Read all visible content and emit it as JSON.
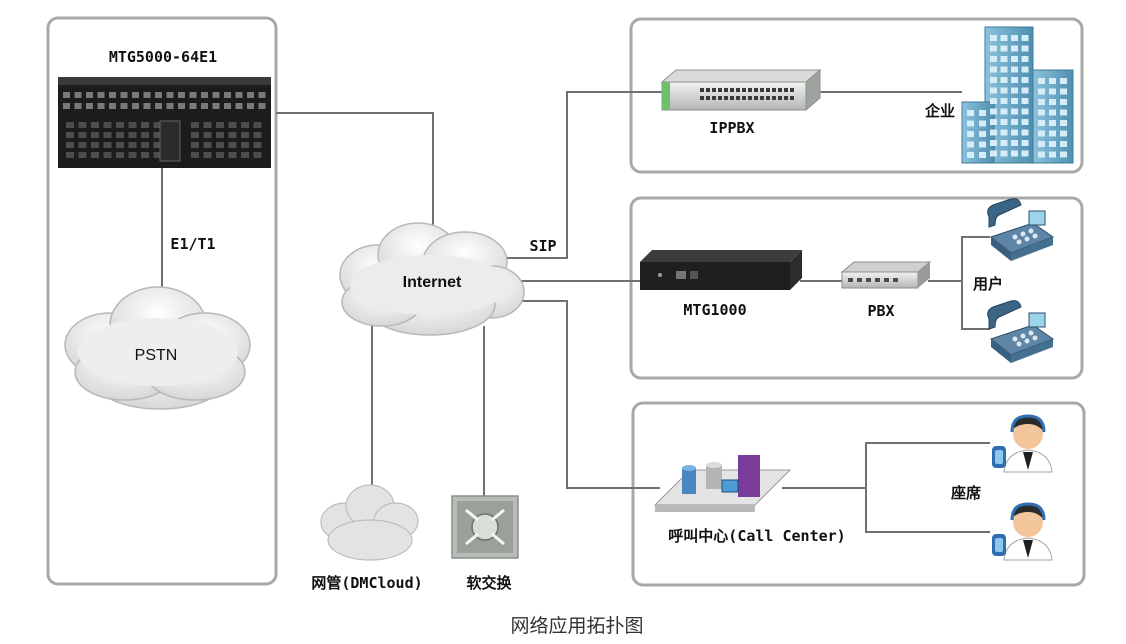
{
  "diagram": {
    "device_main": "MTG5000-64E1",
    "link_pstn": "E1/T1",
    "cloud_pstn": "PSTN",
    "cloud_internet": "Internet",
    "cloud_mgmt": "网管(DMCloud)",
    "softswitch": "软交换",
    "link_sip": "SIP",
    "ippbx": "IPPBX",
    "enterprise": "企业",
    "mtg1000": "MTG1000",
    "pbx": "PBX",
    "users": "用户",
    "call_center": "呼叫中心(Call Center)",
    "agents": "座席",
    "caption": "网络应用拓扑图"
  },
  "colors": {
    "panel_border": "#a8a8a8",
    "line": "#707070",
    "cloud": "#e6e6e6",
    "device_dark": "#1c1c1c",
    "building": "#6fa9c6",
    "phone": "#4b6f8f"
  }
}
